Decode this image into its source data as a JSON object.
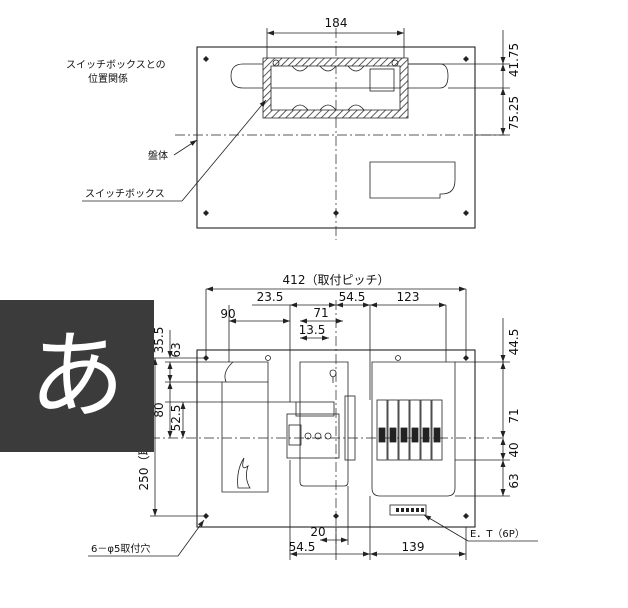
{
  "top_view": {
    "dims": {
      "width": "184",
      "right_top": "41.75",
      "right_bottom": "75.25"
    },
    "labels": {
      "relation": "スイッチボックスとの",
      "relation_line2": "位置関係",
      "body": "盤体",
      "switch_box": "スイッチボックス"
    }
  },
  "bottom_view": {
    "dims": {
      "pitch": "412（取付ピッチ）",
      "d_23_5": "23.5",
      "d_54_5_top": "54.5",
      "d_123": "123",
      "d_90": "90",
      "d_71_top": "71",
      "d_13_5": "13.5",
      "d_35_5": "35.5",
      "d_63_left": "63",
      "d_80": "80",
      "d_52_5": "52.5",
      "d_250": "250（取付ピッチ）",
      "d_44_5": "44.5",
      "d_71_right": "71",
      "d_40": "40",
      "d_63_right": "63",
      "d_20": "20",
      "d_54_5_bottom": "54.5",
      "d_139": "139"
    },
    "labels": {
      "holes": "6－φ5取付穴",
      "et": "E．T（6P）"
    }
  },
  "badge": {
    "char": "あ",
    "color": "#3b3b3b"
  }
}
